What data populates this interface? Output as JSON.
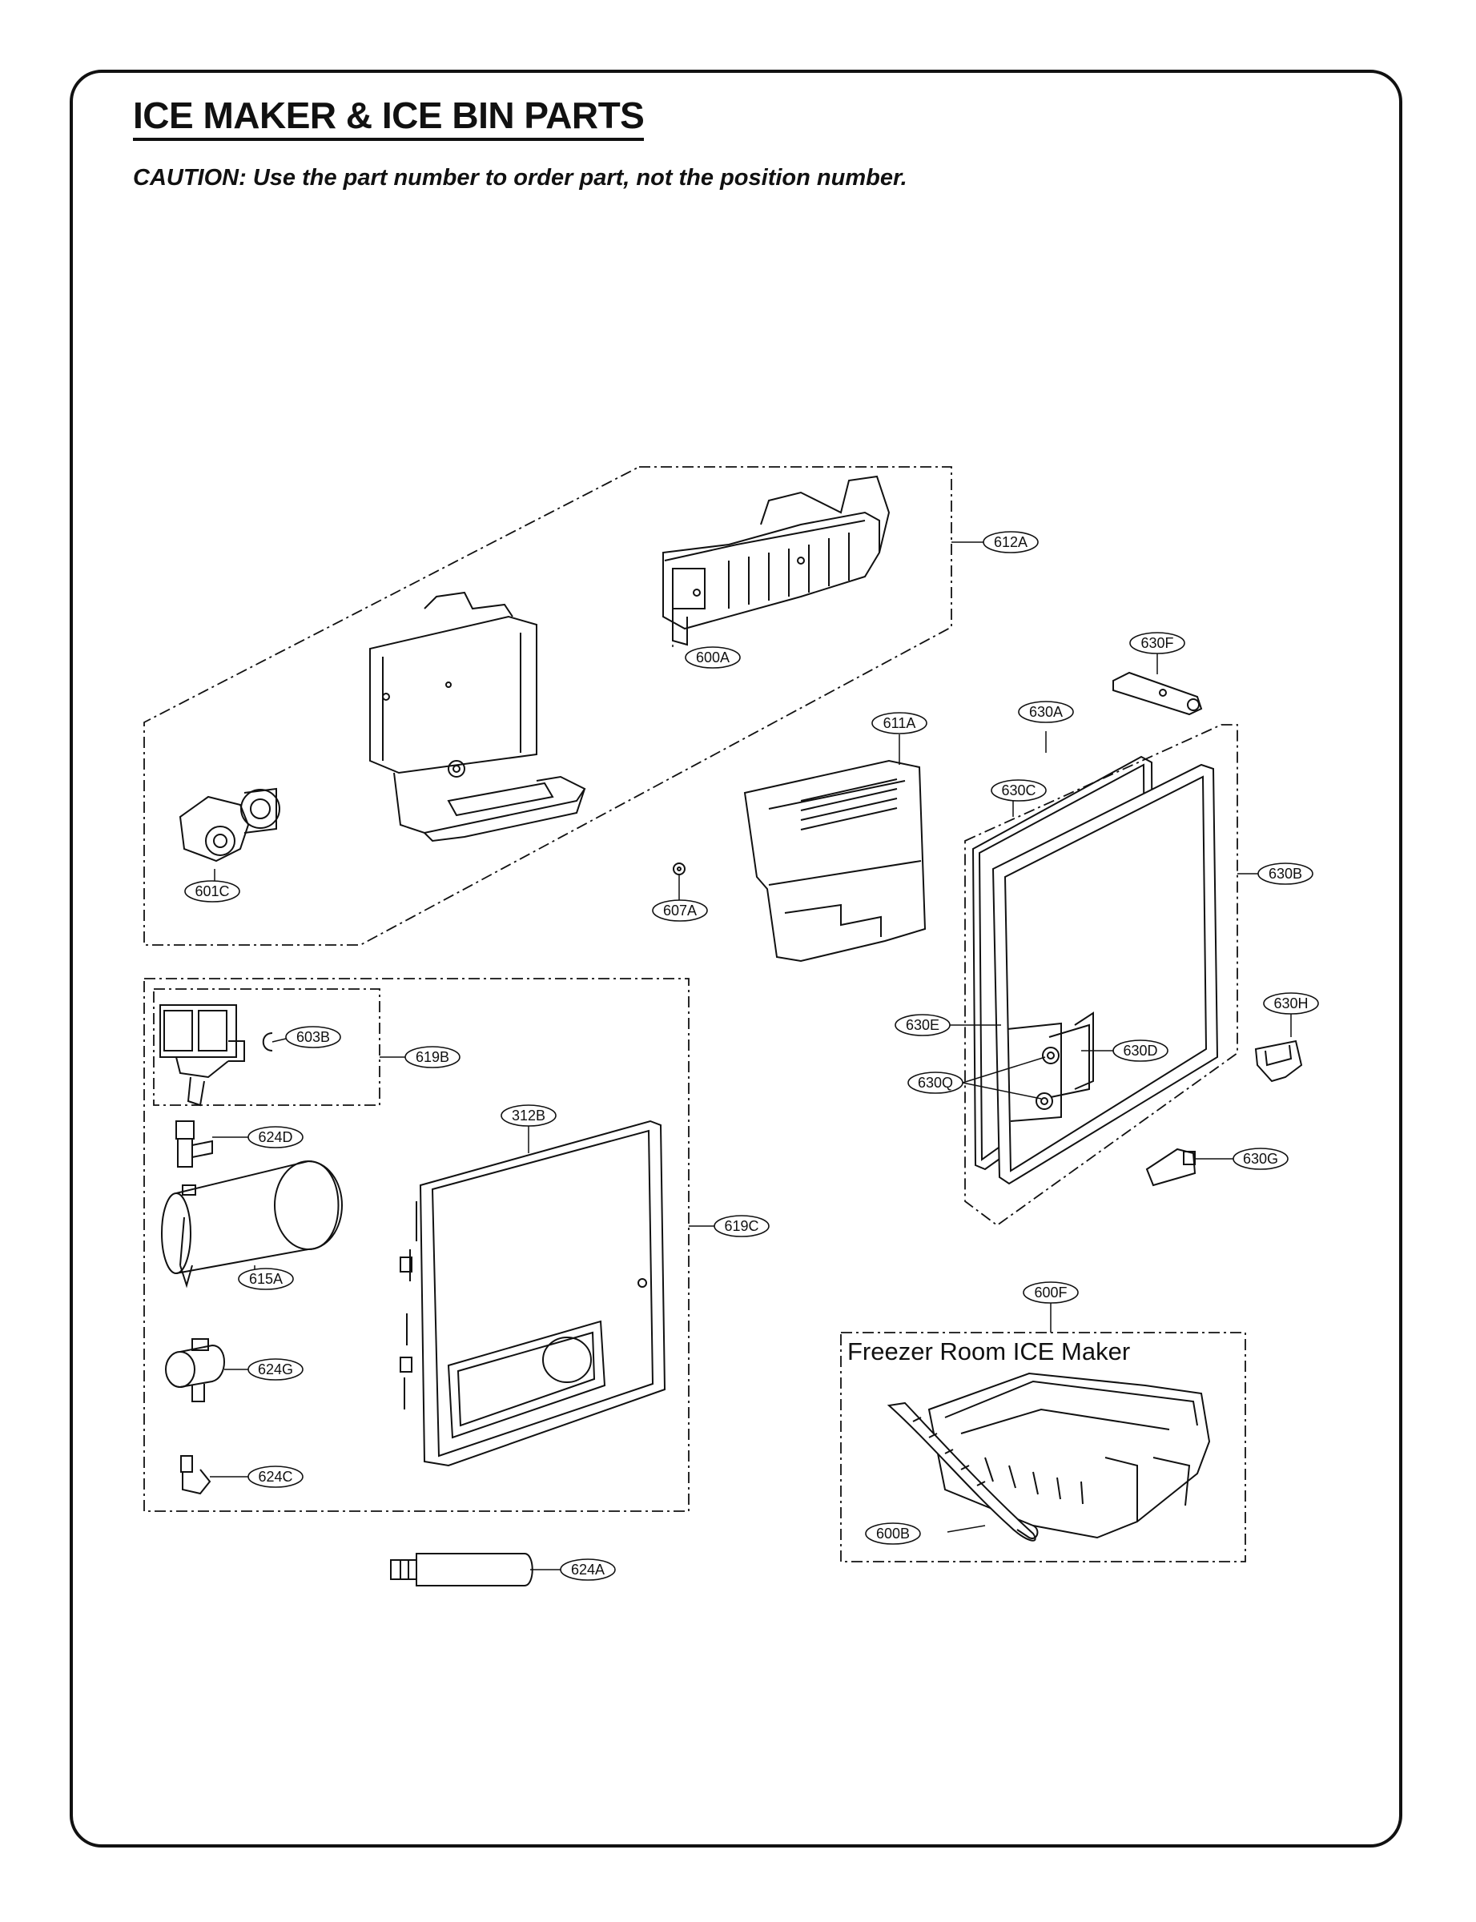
{
  "page": {
    "title": "ICE MAKER & ICE BIN PARTS",
    "caution": "CAUTION: Use the part number to order part, not the position number."
  },
  "subassembly_title": "Freezer Room ICE Maker",
  "callouts": {
    "c612A": "612A",
    "c600A": "600A",
    "c601C": "601C",
    "c607A": "607A",
    "c611A": "611A",
    "c630F": "630F",
    "c630A": "630A",
    "c630C": "630C",
    "c630B": "630B",
    "c630E": "630E",
    "c630H": "630H",
    "c630D": "630D",
    "c630Q": "630Q",
    "c630G": "630G",
    "c603B": "603B",
    "c619B": "619B",
    "c312B": "312B",
    "c624D": "624D",
    "c619C": "619C",
    "c615A": "615A",
    "c624G": "624G",
    "c624C": "624C",
    "c624A": "624A",
    "c600F": "600F",
    "c600B": "600B"
  },
  "colors": {
    "ink": "#111111",
    "paper": "#ffffff",
    "shade": "#d9d9d9"
  }
}
